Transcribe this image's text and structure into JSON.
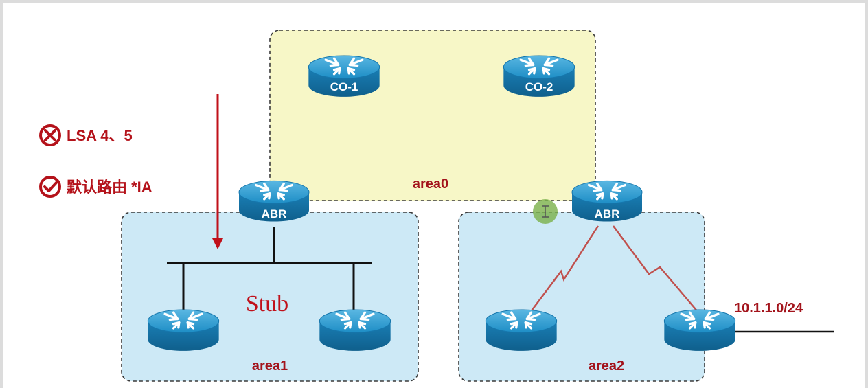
{
  "legend": {
    "blocked": "LSA 4、5",
    "allowed": "默认路由 *IA"
  },
  "areas": {
    "area0": "area0",
    "area1": "area1",
    "area2": "area2"
  },
  "routers": {
    "co1": "CO-1",
    "co2": "CO-2",
    "abr_left": "ABR",
    "abr_right": "ABR"
  },
  "stub_label": "Stub",
  "subnet_label": "10.1.1.0/24",
  "icons": [
    "cross-circle-icon",
    "check-circle-icon",
    "router-icon",
    "cursor-icon"
  ],
  "colors": {
    "backbone_fill": "#f7f7c7",
    "area_fill": "#cde9f6",
    "accent_red": "#b4121a",
    "serial_link": "#c0504d",
    "router_blue": "#1e8ec6"
  }
}
